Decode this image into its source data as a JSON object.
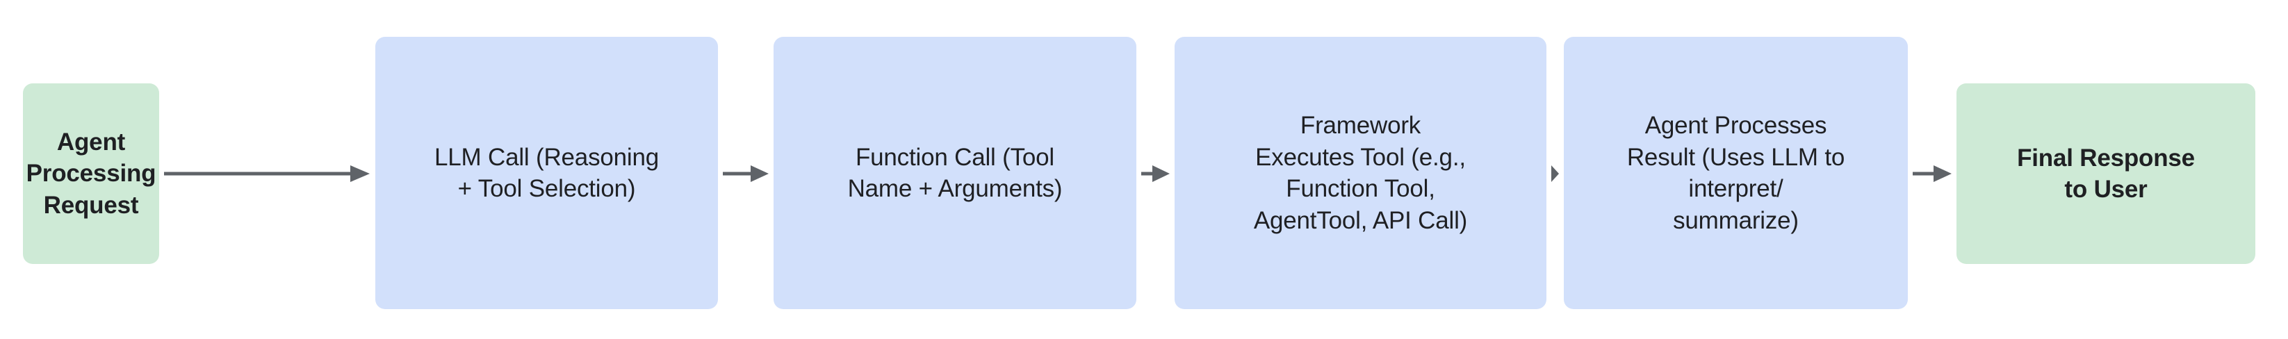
{
  "diagram": {
    "type": "horizontal-flowchart",
    "background_color": "#ffffff",
    "terminal_color": "#ceead6",
    "process_color": "#d2e0fb",
    "connector_color": "#5f6368",
    "text_color": "#1f2023",
    "nodes": [
      {
        "id": "agent-processing-request",
        "label": "Agent\nProcessing\nRequest",
        "kind": "terminal"
      },
      {
        "id": "llm-call",
        "label": "LLM Call (Reasoning\n+ Tool Selection)",
        "kind": "process"
      },
      {
        "id": "function-call",
        "label": "Function Call (Tool\nName + Arguments)",
        "kind": "process"
      },
      {
        "id": "framework-executes-tool",
        "label": "Framework\nExecutes Tool (e.g.,\nFunction Tool,\nAgentTool, API Call)",
        "kind": "process"
      },
      {
        "id": "agent-processes-result",
        "label": "Agent Processes\nResult (Uses LLM to\ninterpret/\nsummarize)",
        "kind": "process"
      },
      {
        "id": "final-response-to-user",
        "label": "Final Response\nto User",
        "kind": "terminal"
      }
    ],
    "connectors": [
      {
        "id": "arrow-0",
        "from": "agent-processing-request",
        "to": "llm-call",
        "style": "solid-arrow"
      },
      {
        "id": "arrow-1",
        "from": "llm-call",
        "to": "function-call",
        "style": "solid-arrow"
      },
      {
        "id": "arrow-2",
        "from": "function-call",
        "to": "framework-executes-tool",
        "style": "solid-arrow"
      },
      {
        "id": "arrow-3",
        "from": "framework-executes-tool",
        "to": "agent-processes-result",
        "style": "solid-arrow"
      },
      {
        "id": "arrow-4",
        "from": "agent-processes-result",
        "to": "final-response-to-user",
        "style": "solid-arrow"
      }
    ]
  }
}
